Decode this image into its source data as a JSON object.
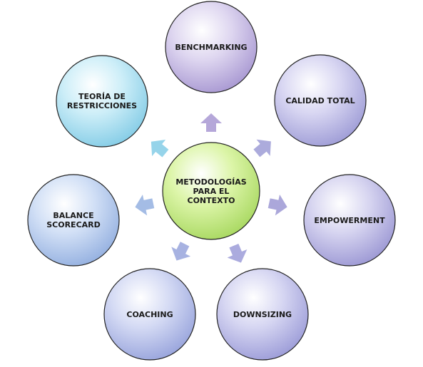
{
  "center": {
    "label": "METODOLOGÍAS\nPARA EL\nCONTEXTO",
    "fill": "#dcf5a8",
    "edge": "#a8d860"
  },
  "nodes": [
    {
      "id": "benchmarking",
      "label": "BENCHMARKING",
      "fill": "#ded6f0",
      "edge": "#a898d2"
    },
    {
      "id": "calidad-total",
      "label": "CALIDAD TOTAL",
      "fill": "#d8d6f2",
      "edge": "#9e9cd6"
    },
    {
      "id": "empowerment",
      "label": "EMPOWERMENT",
      "fill": "#d6d4f0",
      "edge": "#9c98d4"
    },
    {
      "id": "downsizing",
      "label": "DOWNSIZING",
      "fill": "#d6d6f2",
      "edge": "#9c9cd8"
    },
    {
      "id": "coaching",
      "label": "COACHING",
      "fill": "#d4daf4",
      "edge": "#98a4dc"
    },
    {
      "id": "balance-scorecard",
      "label": "BALANCE\nSCORECARD",
      "fill": "#d2e0f6",
      "edge": "#94b0e0"
    },
    {
      "id": "teoria-restricciones",
      "label": "TEORÍA DE\nRESTRICCIONES",
      "fill": "#cdeef8",
      "edge": "#84cce6"
    }
  ]
}
